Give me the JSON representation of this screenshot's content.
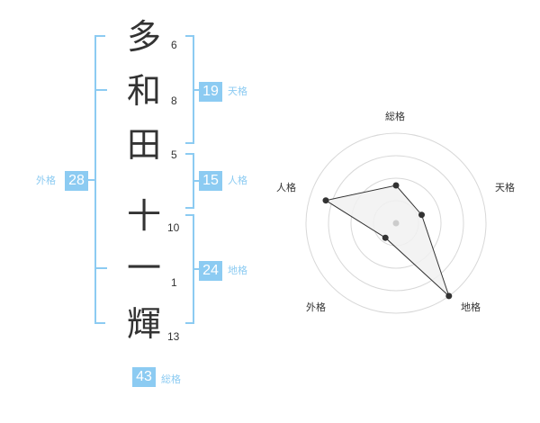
{
  "name": {
    "characters": [
      {
        "char": "多",
        "strokes": "6"
      },
      {
        "char": "和",
        "strokes": "8"
      },
      {
        "char": "田",
        "strokes": "5"
      },
      {
        "char": "十",
        "strokes": "10"
      },
      {
        "char": "一",
        "strokes": "1"
      },
      {
        "char": "輝",
        "strokes": "13"
      }
    ]
  },
  "grid_scores": {
    "tenkaku": {
      "value": "19",
      "label": "天格"
    },
    "jinkaku": {
      "value": "15",
      "label": "人格"
    },
    "chikaku": {
      "value": "24",
      "label": "地格"
    },
    "gaikaku": {
      "value": "28",
      "label": "外格"
    },
    "soukaku": {
      "value": "43",
      "label": "総格"
    }
  },
  "chart_data": {
    "type": "radar",
    "axes": [
      "総格",
      "天格",
      "地格",
      "外格",
      "人格"
    ],
    "values": [
      0.42,
      0.3,
      1.0,
      0.2,
      0.82
    ],
    "rings": 4,
    "colors": {
      "accent": "#8ccbf2",
      "polygon_fill": "#f1f1f1",
      "polygon_line": "#333333",
      "ring": "#d8d8d8",
      "center_dot": "#cccccc"
    }
  }
}
